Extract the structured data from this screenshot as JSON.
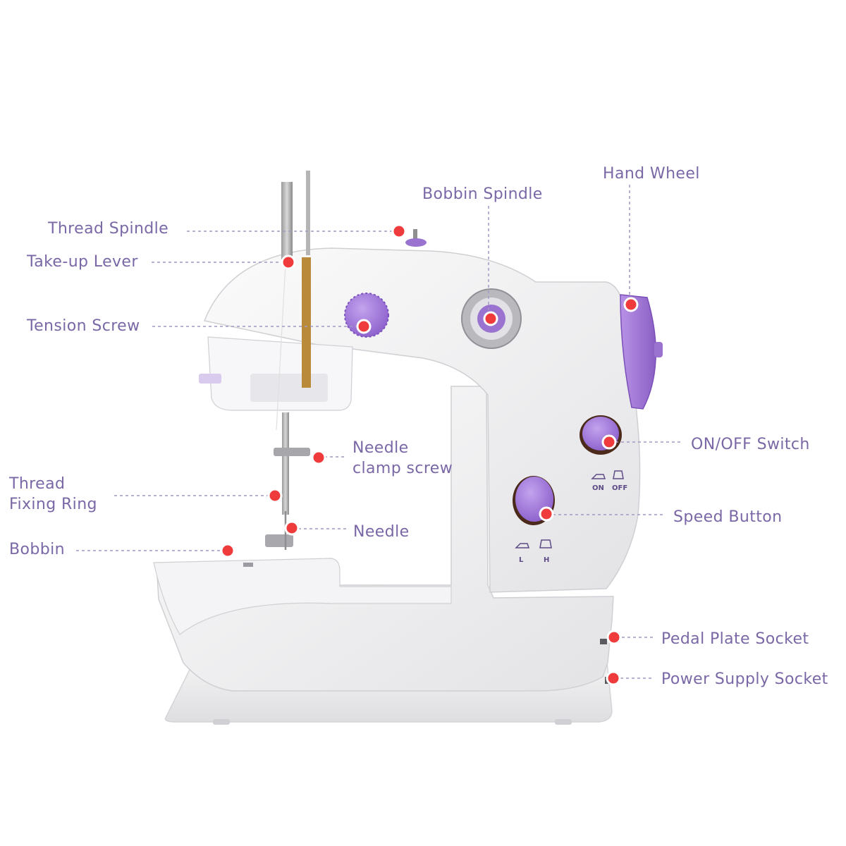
{
  "colors": {
    "label_text": "#7a68a6",
    "leader_line": "#a497c4",
    "marker": "#ef3b3b",
    "machine_body": "#f2f2f2",
    "accent_purple": "#9a72d0"
  },
  "labels": {
    "thread_spindle": "Thread Spindle",
    "take_up_lever": "Take-up Lever",
    "tension_screw": "Tension Screw",
    "thread_fixing_ring": [
      "Thread",
      "Fixing Ring"
    ],
    "bobbin": "Bobbin",
    "needle_clamp_screw": [
      "Needle",
      "clamp screw"
    ],
    "needle": "Needle",
    "bobbin_spindle": "Bobbin Spindle",
    "hand_wheel": "Hand Wheel",
    "on_off_switch": "ON/OFF Switch",
    "speed_button": "Speed Button",
    "pedal_plate_socket": "Pedal Plate Socket",
    "power_supply_socket": "Power Supply Socket"
  },
  "machine_markings": {
    "on": "ON",
    "off": "OFF",
    "low": "L",
    "high": "H"
  }
}
